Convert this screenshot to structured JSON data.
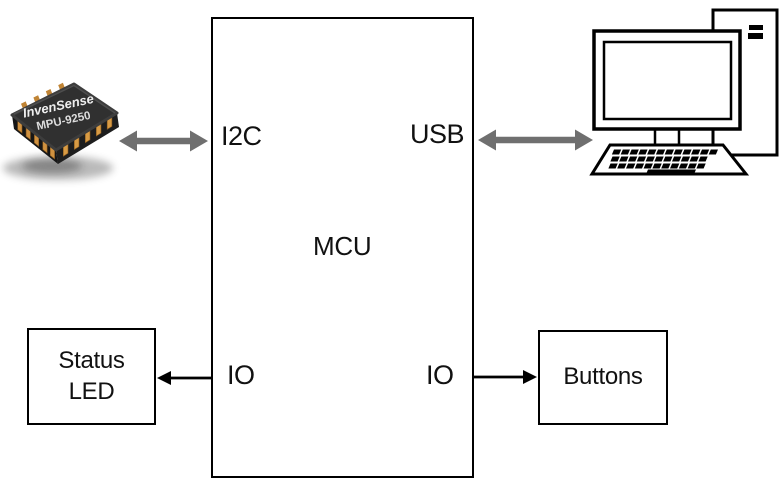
{
  "diagram": {
    "mcu": {
      "label": "MCU",
      "port_i2c": "I2C",
      "port_usb": "USB",
      "port_io_left": "IO",
      "port_io_right": "IO"
    },
    "status_led": {
      "line1": "Status",
      "line2": "LED"
    },
    "buttons": {
      "label": "Buttons"
    },
    "sensor_chip": {
      "brand": "InvenSense",
      "model": "MPU-9250"
    },
    "connections": [
      {
        "from": "MPU-9250 sensor",
        "to": "MCU",
        "via": "I2C",
        "direction": "bidirectional"
      },
      {
        "from": "MCU",
        "to": "Computer",
        "via": "USB",
        "direction": "bidirectional"
      },
      {
        "from": "MCU",
        "to": "Status LED",
        "via": "IO",
        "direction": "mcu-to-led"
      },
      {
        "from": "MCU",
        "to": "Buttons",
        "via": "IO",
        "direction": "mcu-to-buttons"
      }
    ],
    "colors": {
      "connector_gray": "#6f6f6f",
      "line_black": "#000000",
      "chip_body": "#303030",
      "pin_gold": "#cf9140",
      "background": "#ffffff"
    }
  }
}
